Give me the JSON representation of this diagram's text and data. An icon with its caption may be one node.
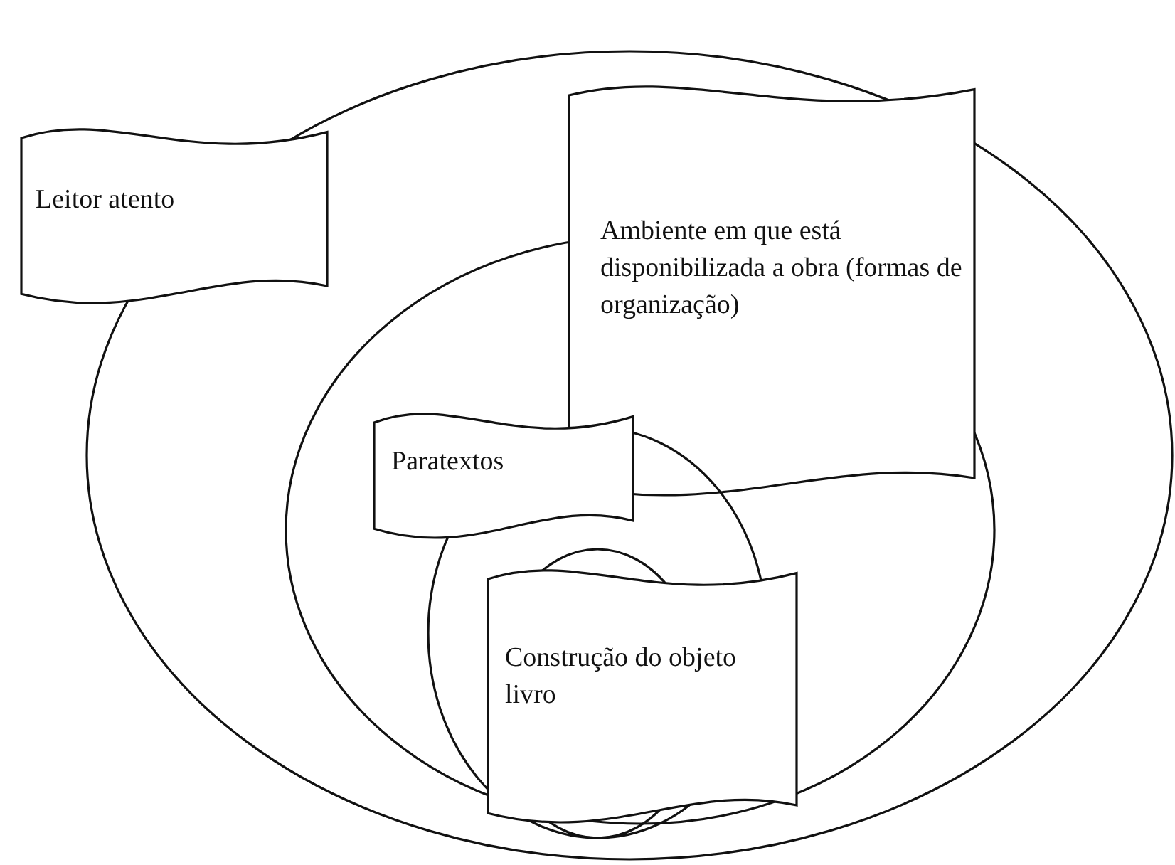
{
  "diagram": {
    "nodes": [
      {
        "text": [
          "Leitor atento"
        ]
      },
      {
        "text": [
          "Ambiente em que está disponibilizada a obra (formas de organização)"
        ],
        "in": 0
      },
      {
        "text": [
          "Paratextos"
        ],
        "in": 1
      },
      {
        "text": [
          "Construção do objeto livro"
        ],
        "in": 2
      }
    ]
  }
}
